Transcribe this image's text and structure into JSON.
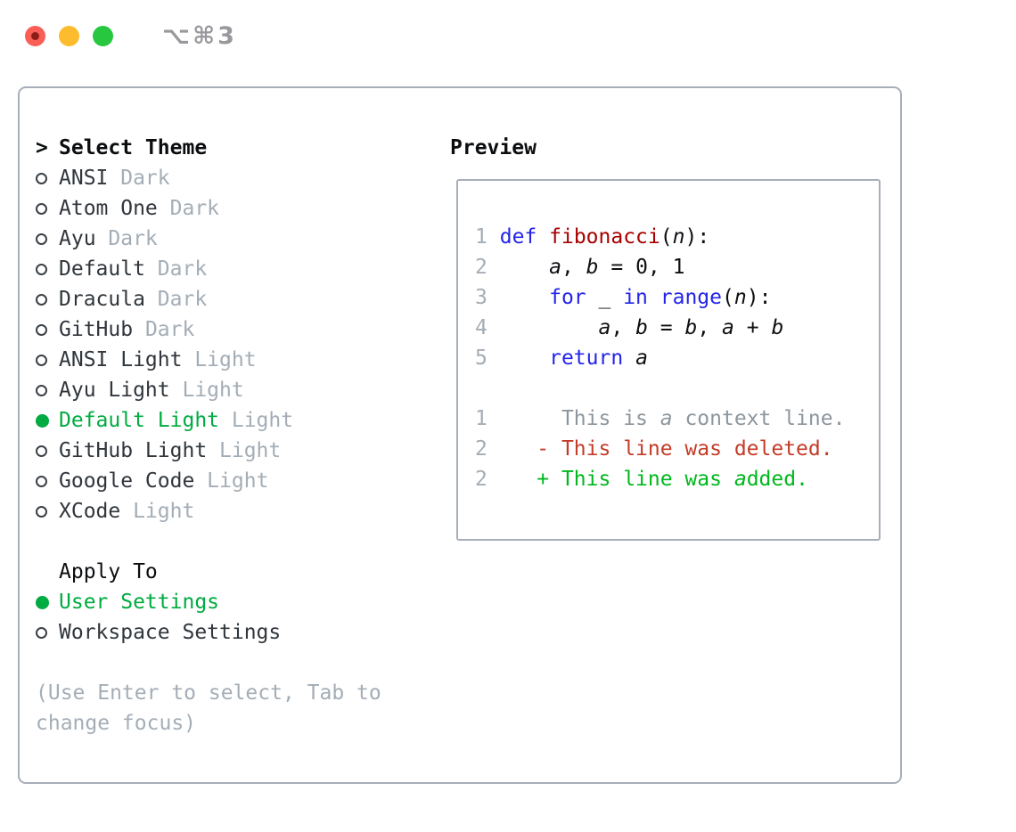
{
  "window": {
    "title": "⌥⌘3",
    "traffic_lights": [
      "close",
      "minimize",
      "zoom"
    ]
  },
  "colors": {
    "accent_green": "#00ab41",
    "keyword": "#2424e8",
    "function": "#a80000",
    "linenum": "#a4adb6",
    "context": "#8d969e",
    "deleted": "#c43b28",
    "added": "#00b81c",
    "muted": "#a4adb6",
    "text": "#30363c",
    "heading": "#0b0d0f",
    "border": "#a8aeb8",
    "traffic_red": "#f95f57",
    "traffic_yellow": "#fdbc2e",
    "traffic_green": "#27c83f",
    "title_gray": "#98989d"
  },
  "theme_section": {
    "cursor": ">",
    "title": "Select Theme",
    "items": [
      {
        "name": "ANSI",
        "variant": "Dark",
        "selected": false
      },
      {
        "name": "Atom One",
        "variant": "Dark",
        "selected": false
      },
      {
        "name": "Ayu",
        "variant": "Dark",
        "selected": false
      },
      {
        "name": "Default",
        "variant": "Dark",
        "selected": false
      },
      {
        "name": "Dracula",
        "variant": "Dark",
        "selected": false
      },
      {
        "name": "GitHub",
        "variant": "Dark",
        "selected": false
      },
      {
        "name": "ANSI Light",
        "variant": "Light",
        "selected": false
      },
      {
        "name": "Ayu Light",
        "variant": "Light",
        "selected": false
      },
      {
        "name": "Default Light",
        "variant": "Light",
        "selected": true
      },
      {
        "name": "GitHub Light",
        "variant": "Light",
        "selected": false
      },
      {
        "name": "Google Code",
        "variant": "Light",
        "selected": false
      },
      {
        "name": "XCode",
        "variant": "Light",
        "selected": false
      }
    ]
  },
  "apply_section": {
    "title": "Apply To",
    "items": [
      {
        "name": "User Settings",
        "selected": true
      },
      {
        "name": "Workspace Settings",
        "selected": false
      }
    ]
  },
  "help_text": "(Use Enter to select, Tab to change focus)",
  "preview": {
    "title": "Preview",
    "lines": [
      {
        "num": "1",
        "segments": [
          {
            "t": "def",
            "s": "kw"
          },
          {
            "t": " "
          },
          {
            "t": "fibonacci",
            "s": "fn"
          },
          {
            "t": "("
          },
          {
            "t": "n",
            "s": "var"
          },
          {
            "t": "):"
          }
        ]
      },
      {
        "num": "2",
        "segments": [
          {
            "t": "    "
          },
          {
            "t": "a",
            "s": "var"
          },
          {
            "t": ", "
          },
          {
            "t": "b",
            "s": "var"
          },
          {
            "t": " = "
          },
          {
            "t": "0, 1"
          }
        ]
      },
      {
        "num": "3",
        "segments": [
          {
            "t": "    "
          },
          {
            "t": "for",
            "s": "kw"
          },
          {
            "t": " _ "
          },
          {
            "t": "in",
            "s": "kw"
          },
          {
            "t": " "
          },
          {
            "t": "range",
            "s": "kw"
          },
          {
            "t": "("
          },
          {
            "t": "n",
            "s": "var"
          },
          {
            "t": "):"
          }
        ]
      },
      {
        "num": "4",
        "segments": [
          {
            "t": "        "
          },
          {
            "t": "a",
            "s": "var"
          },
          {
            "t": ", "
          },
          {
            "t": "b",
            "s": "var"
          },
          {
            "t": " = "
          },
          {
            "t": "b",
            "s": "var"
          },
          {
            "t": ", "
          },
          {
            "t": "a",
            "s": "var"
          },
          {
            "t": " + "
          },
          {
            "t": "b",
            "s": "var"
          }
        ]
      },
      {
        "num": "5",
        "segments": [
          {
            "t": "    "
          },
          {
            "t": "return",
            "s": "kw"
          },
          {
            "t": " "
          },
          {
            "t": "a",
            "s": "var"
          }
        ]
      },
      {
        "num": "",
        "segments": []
      },
      {
        "num": "1",
        "segments": [
          {
            "t": "     This is ",
            "s": "ctx"
          },
          {
            "t": "a",
            "s": "ctx-var"
          },
          {
            "t": " context line.",
            "s": "ctx"
          }
        ]
      },
      {
        "num": "2",
        "segments": [
          {
            "t": "   - This line was deleted.",
            "s": "del"
          }
        ]
      },
      {
        "num": "2",
        "segments": [
          {
            "t": "   + This line was ",
            "s": "add"
          },
          {
            "t": "a",
            "s": "add-var"
          },
          {
            "t": "dded.",
            "s": "add"
          }
        ]
      }
    ]
  }
}
